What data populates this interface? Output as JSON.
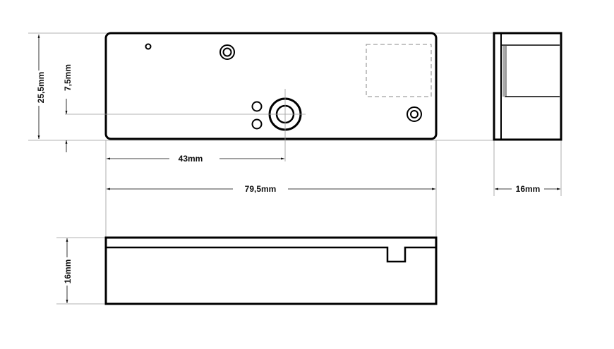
{
  "dimensions": {
    "height_total": "25,5mm",
    "hole_offset_vertical": "7,5mm",
    "hole_offset_horizontal": "43mm",
    "length": "79,5mm",
    "depth_side": "16mm",
    "depth_bottom": "16mm"
  }
}
